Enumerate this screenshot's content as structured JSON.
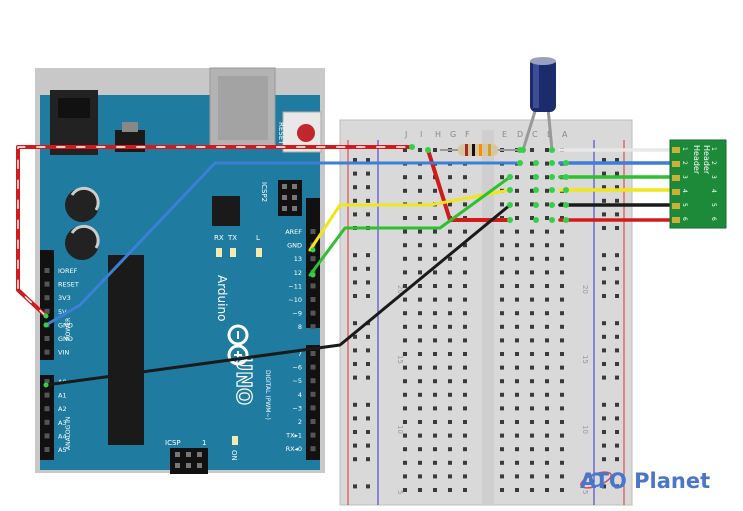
{
  "arduino": {
    "brand": "Arduino",
    "model": "UNO",
    "reset_label": "RESET",
    "icsp2_label": "ICSP2",
    "icsp_label": "ICSP",
    "icsp_pin1": "1",
    "tx_label": "TX",
    "rx_label": "RX",
    "l_label": "L",
    "on_label": "ON",
    "power_label": "POWER",
    "analog_label": "ANALOG IN",
    "digital_label": "DIGITAL (PWM~)",
    "power_pins": [
      "IOREF",
      "RESET",
      "3V3",
      "5V",
      "GND",
      "GND",
      "VIN"
    ],
    "analog_pins": [
      "A0",
      "A1",
      "A2",
      "A3",
      "A4",
      "A5"
    ],
    "digital_upper_pins": [
      "AREF",
      "GND",
      "13",
      "12",
      "~11",
      "~10",
      "~9",
      "8"
    ],
    "digital_lower_pins": [
      "7",
      "~6",
      "~5",
      "4",
      "~3",
      "2",
      "TX▸1",
      "RX◂0"
    ]
  },
  "breadboard": {
    "column_letters_left": [
      "J",
      "I",
      "H",
      "G",
      "F"
    ],
    "column_letters_right": [
      "E",
      "D",
      "C",
      "B",
      "A"
    ],
    "row_numbers": [
      "5",
      "10",
      "15",
      "20"
    ]
  },
  "header": {
    "label": "Header",
    "pin_numbers": [
      "1",
      "2",
      "3",
      "4",
      "5",
      "6"
    ]
  },
  "wires": [
    {
      "name": "red",
      "color": "#d11a1a"
    },
    {
      "name": "blue",
      "color": "#3b7fd6"
    },
    {
      "name": "yellow",
      "color": "#f0e61e"
    },
    {
      "name": "green",
      "color": "#2fbf2f"
    },
    {
      "name": "black",
      "color": "#1a1a1a"
    },
    {
      "name": "white",
      "color": "#e8e8e8"
    }
  ],
  "watermark": {
    "brand": "ATO Planet"
  }
}
